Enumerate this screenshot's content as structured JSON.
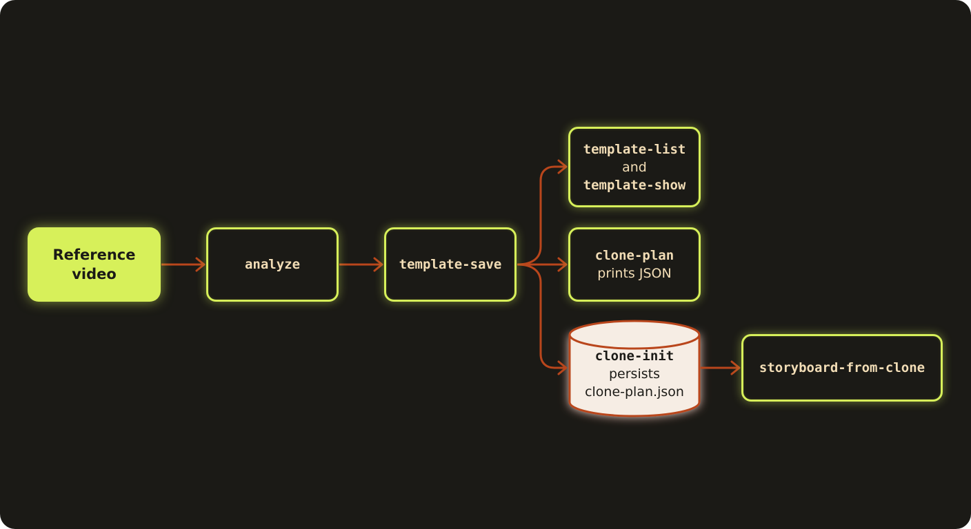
{
  "nodes": {
    "reference": {
      "label": "Reference video"
    },
    "analyze": {
      "label": "analyze"
    },
    "template_save": {
      "label": "template-save"
    },
    "template_list": {
      "line1": "template-list",
      "line2": "and",
      "line3": "template-show"
    },
    "clone_plan": {
      "line1": "clone-plan",
      "line2": "prints JSON"
    },
    "clone_init": {
      "line1": "clone-init",
      "line2": "persists",
      "line3": "clone-plan.json"
    },
    "storyboard": {
      "label": "storyboard-from-clone"
    }
  },
  "colors": {
    "background": "#1b1a16",
    "accent": "#d7f05a",
    "arrow": "#b9461c",
    "text": "#f2ddb6",
    "cylinder_fill": "#f6ede4"
  }
}
